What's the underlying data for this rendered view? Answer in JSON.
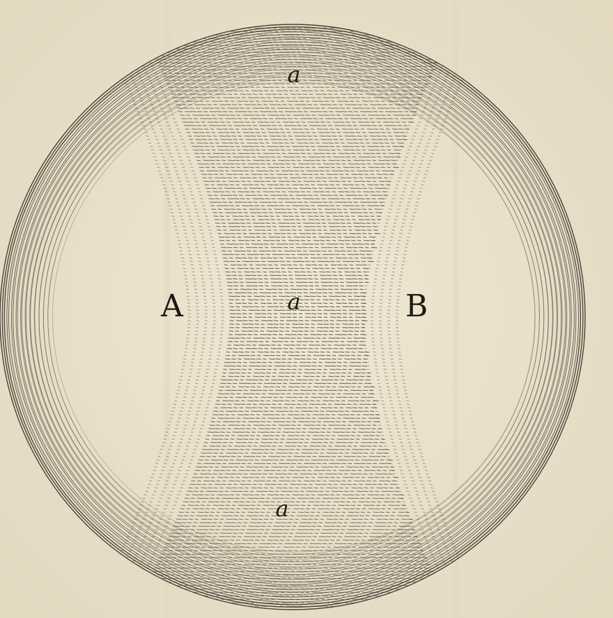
{
  "figure": {
    "labels": {
      "left": "A",
      "right": "B",
      "top": "a",
      "center": "a",
      "bottom": "a"
    },
    "colors": {
      "paper": "#ece3cf",
      "paper_shade": "#e3d8c0",
      "ink": "#2a251c",
      "hatch_dark": "#3a342a"
    }
  }
}
